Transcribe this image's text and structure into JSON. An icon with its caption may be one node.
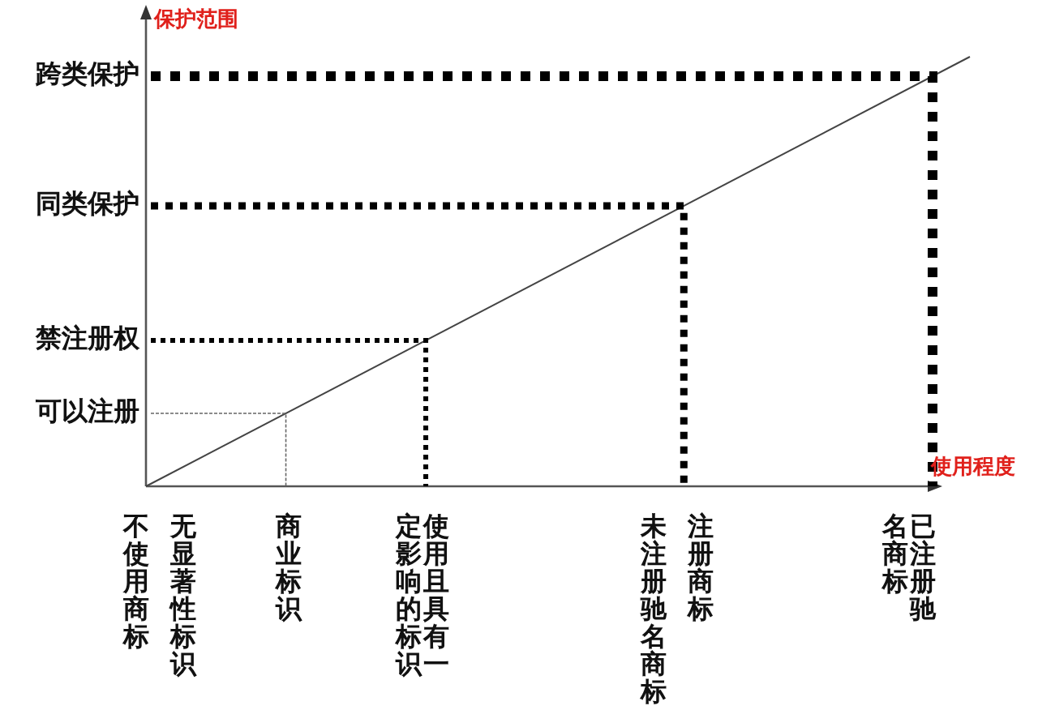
{
  "diagram": {
    "labels": [
      "保护范围",
      "跨类保护",
      "同类保护",
      "禁注册权",
      "可以注册",
      "使用程度",
      "不使用商标",
      "无显著性标识",
      "商业标识",
      "使用且具有一",
      "定影响的标识",
      "未注册驰名商标",
      "注册商标",
      "已注册驰",
      "名商标"
    ]
  }
}
